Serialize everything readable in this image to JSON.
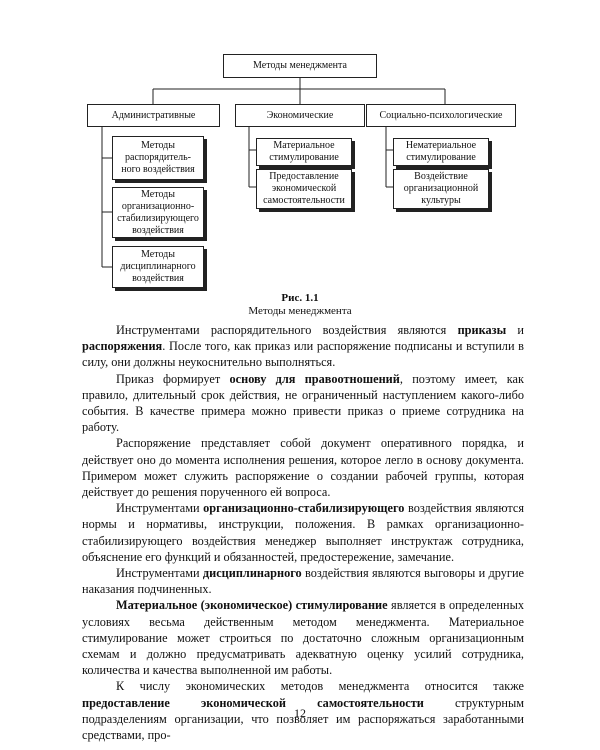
{
  "diagram": {
    "root": "Методы менеджмента",
    "groups": [
      {
        "title": "Административные",
        "items": [
          "Методы распорядитель-ного воздействия",
          "Методы организационно-стабилизирующего воздействия",
          "Методы дисциплинарного воздействия"
        ]
      },
      {
        "title": "Экономические",
        "items": [
          "Материальное стимулирование",
          "Предоставление экономической самостоятельности"
        ]
      },
      {
        "title": "Социально-психологические",
        "items": [
          "Нематериальное стимулирование",
          "Воздействие организационной культуры"
        ]
      }
    ]
  },
  "figure": {
    "number": "Рис. 1.1",
    "title": "Методы менеджмента"
  },
  "paragraphs": [
    [
      {
        "t": "Инструментами распорядительного воздействия являются "
      },
      {
        "t": "приказы",
        "b": true
      },
      {
        "t": " и "
      },
      {
        "t": "распоряжения",
        "b": true
      },
      {
        "t": ". После того, как приказ или распоряжение подписаны и вступили в силу, они должны неукоснительно выполняться."
      }
    ],
    [
      {
        "t": "Приказ формирует "
      },
      {
        "t": "основу для правоотношений",
        "b": true
      },
      {
        "t": ", поэтому имеет, как правило, длительный срок действия, не ограниченный наступлением какого-либо события. В качестве примера можно привести приказ о приеме сотрудника на работу."
      }
    ],
    [
      {
        "t": "Распоряжение представляет собой документ оперативного порядка, и действует оно до момента исполнения решения, которое легло в основу документа. Примером может служить распоряжение о создании рабочей группы, которая действует до решения порученного ей вопроса."
      }
    ],
    [
      {
        "t": "Инструментами "
      },
      {
        "t": "организационно-стабилизирующего",
        "b": true
      },
      {
        "t": " воздействия являются нормы и нормативы, инструкции, положения. В рамках организационно-стабилизирующего воздействия менеджер выполняет инструктаж сотрудника, объяснение его функций и обязанностей, предостережение, замечание."
      }
    ],
    [
      {
        "t": "Инструментами "
      },
      {
        "t": "дисциплинарного",
        "b": true
      },
      {
        "t": " воздействия являются выговоры и другие наказания подчиненных."
      }
    ],
    [
      {
        "t": "Материальное (экономическое) стимулирование",
        "b": true
      },
      {
        "t": " является в определенных условиях весьма действенным методом менеджмента. Материальное стимулирование может строиться по достаточно сложным организационным схемам и должно предусматривать адекватную оценку усилий сотрудника, количества и качества выполненной им работы."
      }
    ],
    [
      {
        "t": "К числу экономических методов менеджмента относится также "
      },
      {
        "t": "предоставление экономической самостоятельности",
        "b": true
      },
      {
        "t": " структурным подразделениям организации, что позволяет им распоряжаться заработанными средствами, про-"
      }
    ]
  ],
  "page_number": "12"
}
